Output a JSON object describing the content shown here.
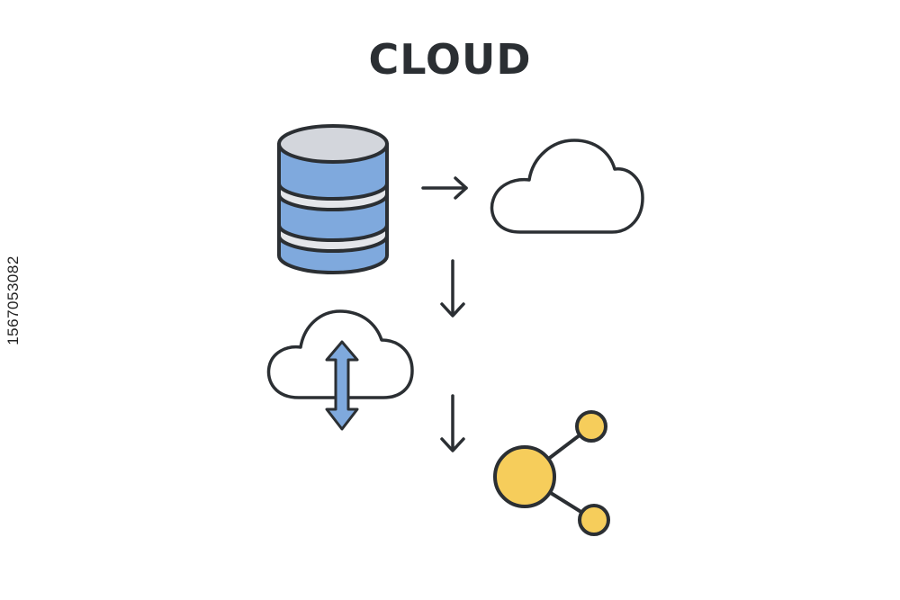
{
  "title": "CLOUD",
  "watermark": {
    "side_text": "1567053082"
  },
  "colors": {
    "outline": "#2b2f33",
    "database_blue": "#7fa9dd",
    "database_top": "#d3d6dc",
    "database_band": "#e4e6ea",
    "arrow_blue": "#7fa9dd",
    "node_yellow": "#f6cd5b",
    "background": "#ffffff"
  },
  "diagram": {
    "nodes": [
      {
        "id": "database",
        "icon": "database-icon"
      },
      {
        "id": "cloud",
        "icon": "cloud-icon"
      },
      {
        "id": "cloud-sync",
        "icon": "cloud-sync-icon"
      },
      {
        "id": "share",
        "icon": "share-network-icon"
      }
    ],
    "edges": [
      {
        "from": "database",
        "to": "cloud",
        "direction": "right"
      },
      {
        "from": "database",
        "to": "cloud-sync",
        "direction": "down"
      },
      {
        "from": "cloud-sync",
        "to": "share",
        "direction": "down"
      }
    ]
  }
}
